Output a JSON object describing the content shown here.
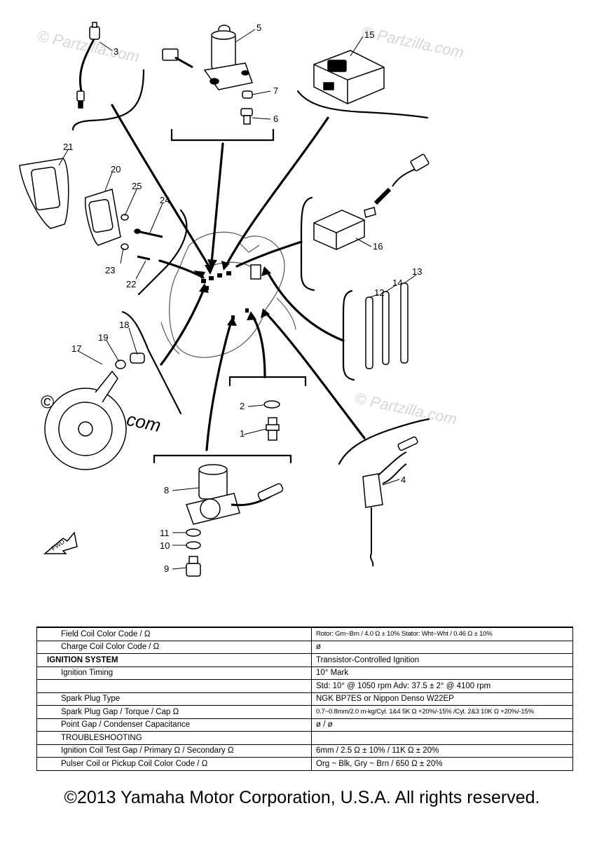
{
  "watermark": {
    "text": "© Partzilla.com"
  },
  "callouts": [
    "1",
    "2",
    "3",
    "4",
    "5",
    "6",
    "7",
    "8",
    "9",
    "10",
    "11",
    "12",
    "13",
    "14",
    "15",
    "16",
    "17",
    "18",
    "19",
    "20",
    "21",
    "22",
    "23",
    "24",
    "25"
  ],
  "fwd_label": "FWD",
  "spec_table": {
    "rows": [
      {
        "label": "Field Coil Color Code / Ω",
        "value": "Rotor: Grn~Brn / 4.0 Ω ± 10%   Stator: Wht~Wht / 0.46 Ω ± 10%",
        "header": false,
        "narrow": true
      },
      {
        "label": "Charge Coil Color Code / Ω",
        "value": "ø",
        "header": false,
        "narrow": false
      },
      {
        "label": "IGNITION SYSTEM",
        "value": "Transistor-Controlled Ignition",
        "header": true,
        "narrow": false
      },
      {
        "label": "Ignition Timing",
        "value": "10° Mark",
        "header": false,
        "narrow": false
      },
      {
        "label": "",
        "value": "Std: 10° @ 1050 rpm   Adv: 37.5 ± 2° @ 4100 rpm",
        "header": false,
        "narrow": false
      },
      {
        "label": "Spark Plug Type",
        "value": "NGK BP7ES or Nippon Denso W22EP",
        "header": false,
        "narrow": false
      },
      {
        "label": "Spark Plug Gap / Torque / Cap Ω",
        "value": "0.7~0.8mm/2.0 m-kg/Cyl. 1&4 5K Ω +20%/-15% /Cyl. 2&3 10K Ω +20%/-15%",
        "header": false,
        "narrow": true
      },
      {
        "label": "Point Gap / Condenser Capacitance",
        "value": "ø / ø",
        "header": false,
        "narrow": false
      },
      {
        "label": "TROUBLESHOOTING",
        "value": "",
        "header": false,
        "narrow": false
      },
      {
        "label": "Ignition Coil Test Gap / Primary Ω / Secondary Ω",
        "value": "6mm / 2.5 Ω ± 10% / 11K Ω ± 20%",
        "header": false,
        "narrow": false
      },
      {
        "label": "Pulser Coil or Pickup Coil Color Code / Ω",
        "value": "Org ~ Blk, Gry ~ Brn / 650 Ω ± 20%",
        "header": false,
        "narrow": false
      }
    ]
  },
  "footer": {
    "copyright": "©2013 Yamaha Motor Corporation, U.S.A. All rights reserved."
  }
}
